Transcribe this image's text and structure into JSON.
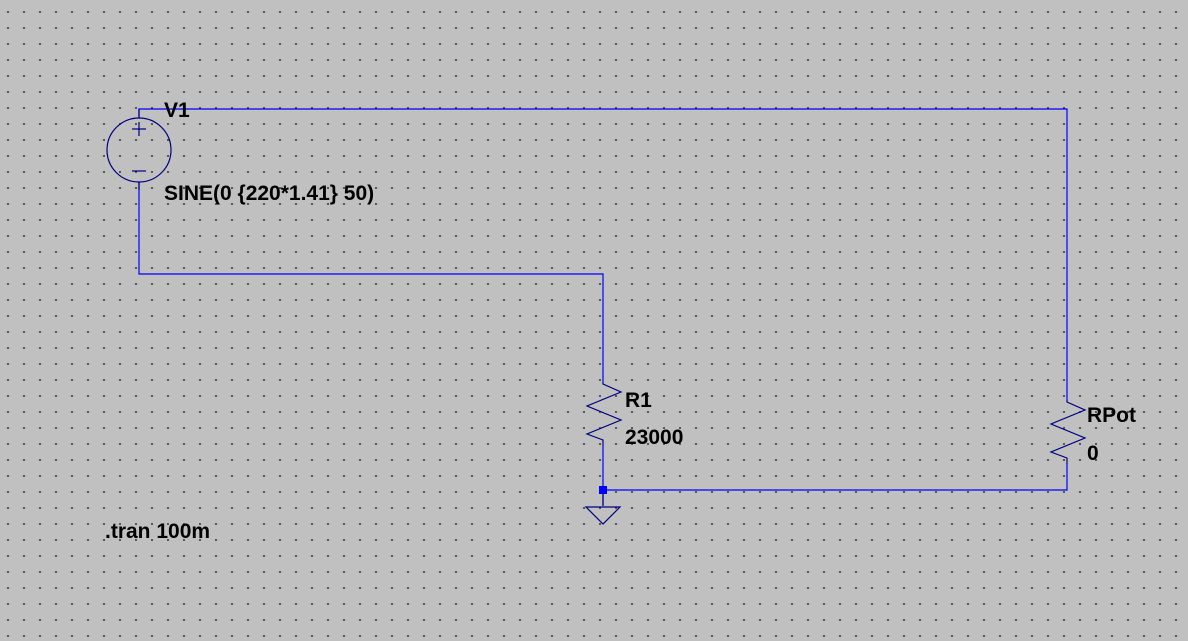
{
  "components": {
    "v1": {
      "name": "V1",
      "value": "SINE(0 {220*1.41} 50)"
    },
    "r1": {
      "name": "R1",
      "value": "23000"
    },
    "rpot": {
      "name": "RPot",
      "value": "0"
    }
  },
  "directive": ".tran 100m",
  "colors": {
    "background": "#c0c0c0",
    "grid_dot": "#3a3a3a",
    "wire": "#0000ff",
    "symbol": "#000080",
    "text": "#000000"
  }
}
